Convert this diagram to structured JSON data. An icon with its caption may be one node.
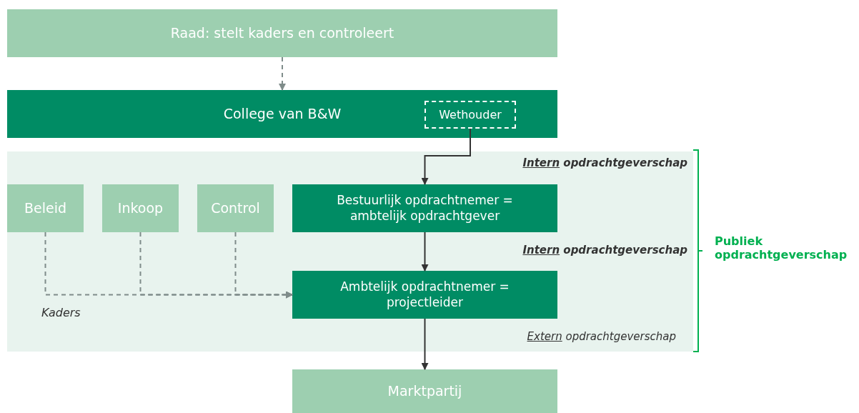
{
  "diagram": {
    "nodes": [
      {
        "text": [
          "Raad: stelt kaders en controleert"
        ]
      },
      {
        "text": [
          "College van B&W"
        ]
      },
      {
        "text": [
          "Wethouder"
        ],
        "in": 1
      },
      {
        "text": [],
        "shape": "box"
      },
      {
        "text": [
          "Beleid"
        ],
        "in": 3
      },
      {
        "text": [
          "Inkoop"
        ],
        "in": 3
      },
      {
        "text": [
          "Control"
        ],
        "in": 3
      },
      {
        "text": [
          "Bestuurlijk opdrachtnemer = ambtelijk opdrachtgever"
        ],
        "in": 3
      },
      {
        "text": [
          "Ambtelijk opdrachtnemer = projectleider"
        ],
        "in": 3
      },
      {
        "text": [
          "Marktpartij"
        ]
      }
    ],
    "edges": [
      {
        "from": 0,
        "to": 1,
        "arrow": "to",
        "style": "dashed",
        "color": "#7f8c8a"
      },
      {
        "from": 2,
        "to": 7,
        "arrow": "to"
      },
      {
        "from": 7,
        "to": 8,
        "arrow": "to"
      },
      {
        "from": 8,
        "to": 9,
        "arrow": "to"
      },
      {
        "from": 4,
        "to": 8,
        "arrow": "to",
        "style": "dashed",
        "color": "#7f8c8a"
      },
      {
        "from": 5,
        "to": 8,
        "arrow": "to",
        "style": "dashed",
        "color": "#7f8c8a"
      },
      {
        "from": 6,
        "to": 8,
        "arrow": "to",
        "style": "dashed",
        "color": "#7f8c8a"
      }
    ],
    "labels": [
      "Intern opdrachtgeverschap",
      "Publiek opdrachtgeverschap",
      "Intern opdrachtgeverschap",
      "Kaders",
      "Extern opdrachtgeverschap"
    ]
  }
}
